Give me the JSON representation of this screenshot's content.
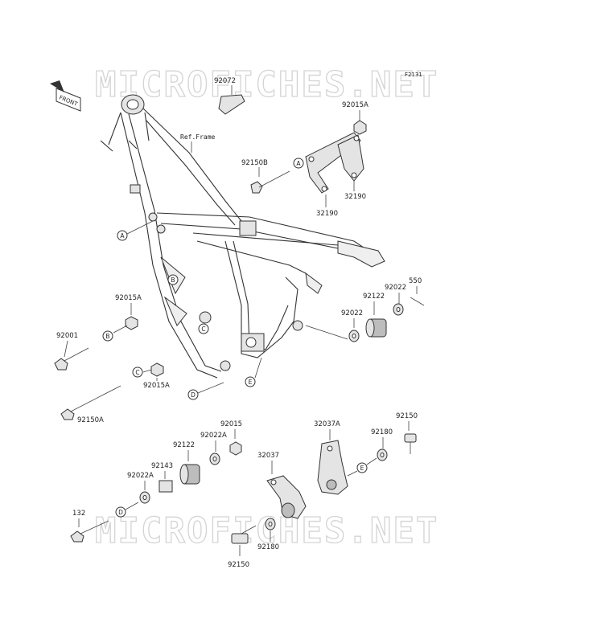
{
  "diagram_code": "F2131",
  "watermark": "MICROFICHES.NET",
  "front_tag": "FRONT",
  "ref_frame": "Ref.Frame",
  "parts": {
    "p92072": "92072",
    "p92015A_top": "92015A",
    "p92150B": "92150B",
    "p32190_a": "32190",
    "p32190_b": "32190",
    "p92015A_mid": "92015A",
    "p92001": "92001",
    "p92015A_low": "92015A",
    "p92150A": "92150A",
    "p550": "550",
    "p92022_r1": "92022",
    "p92122_r": "92122",
    "p92022_r2": "92022",
    "p92015": "92015",
    "p92022A_1": "92022A",
    "p92122_l": "92122",
    "p92143": "92143",
    "p92022A_2": "92022A",
    "p32037A": "32037A",
    "p92150_r": "92150",
    "p92180_r": "92180",
    "p32037": "32037",
    "p132": "132",
    "p92180_b": "92180",
    "p92150_b": "92150"
  },
  "markers": [
    "A",
    "B",
    "C",
    "D",
    "E"
  ]
}
